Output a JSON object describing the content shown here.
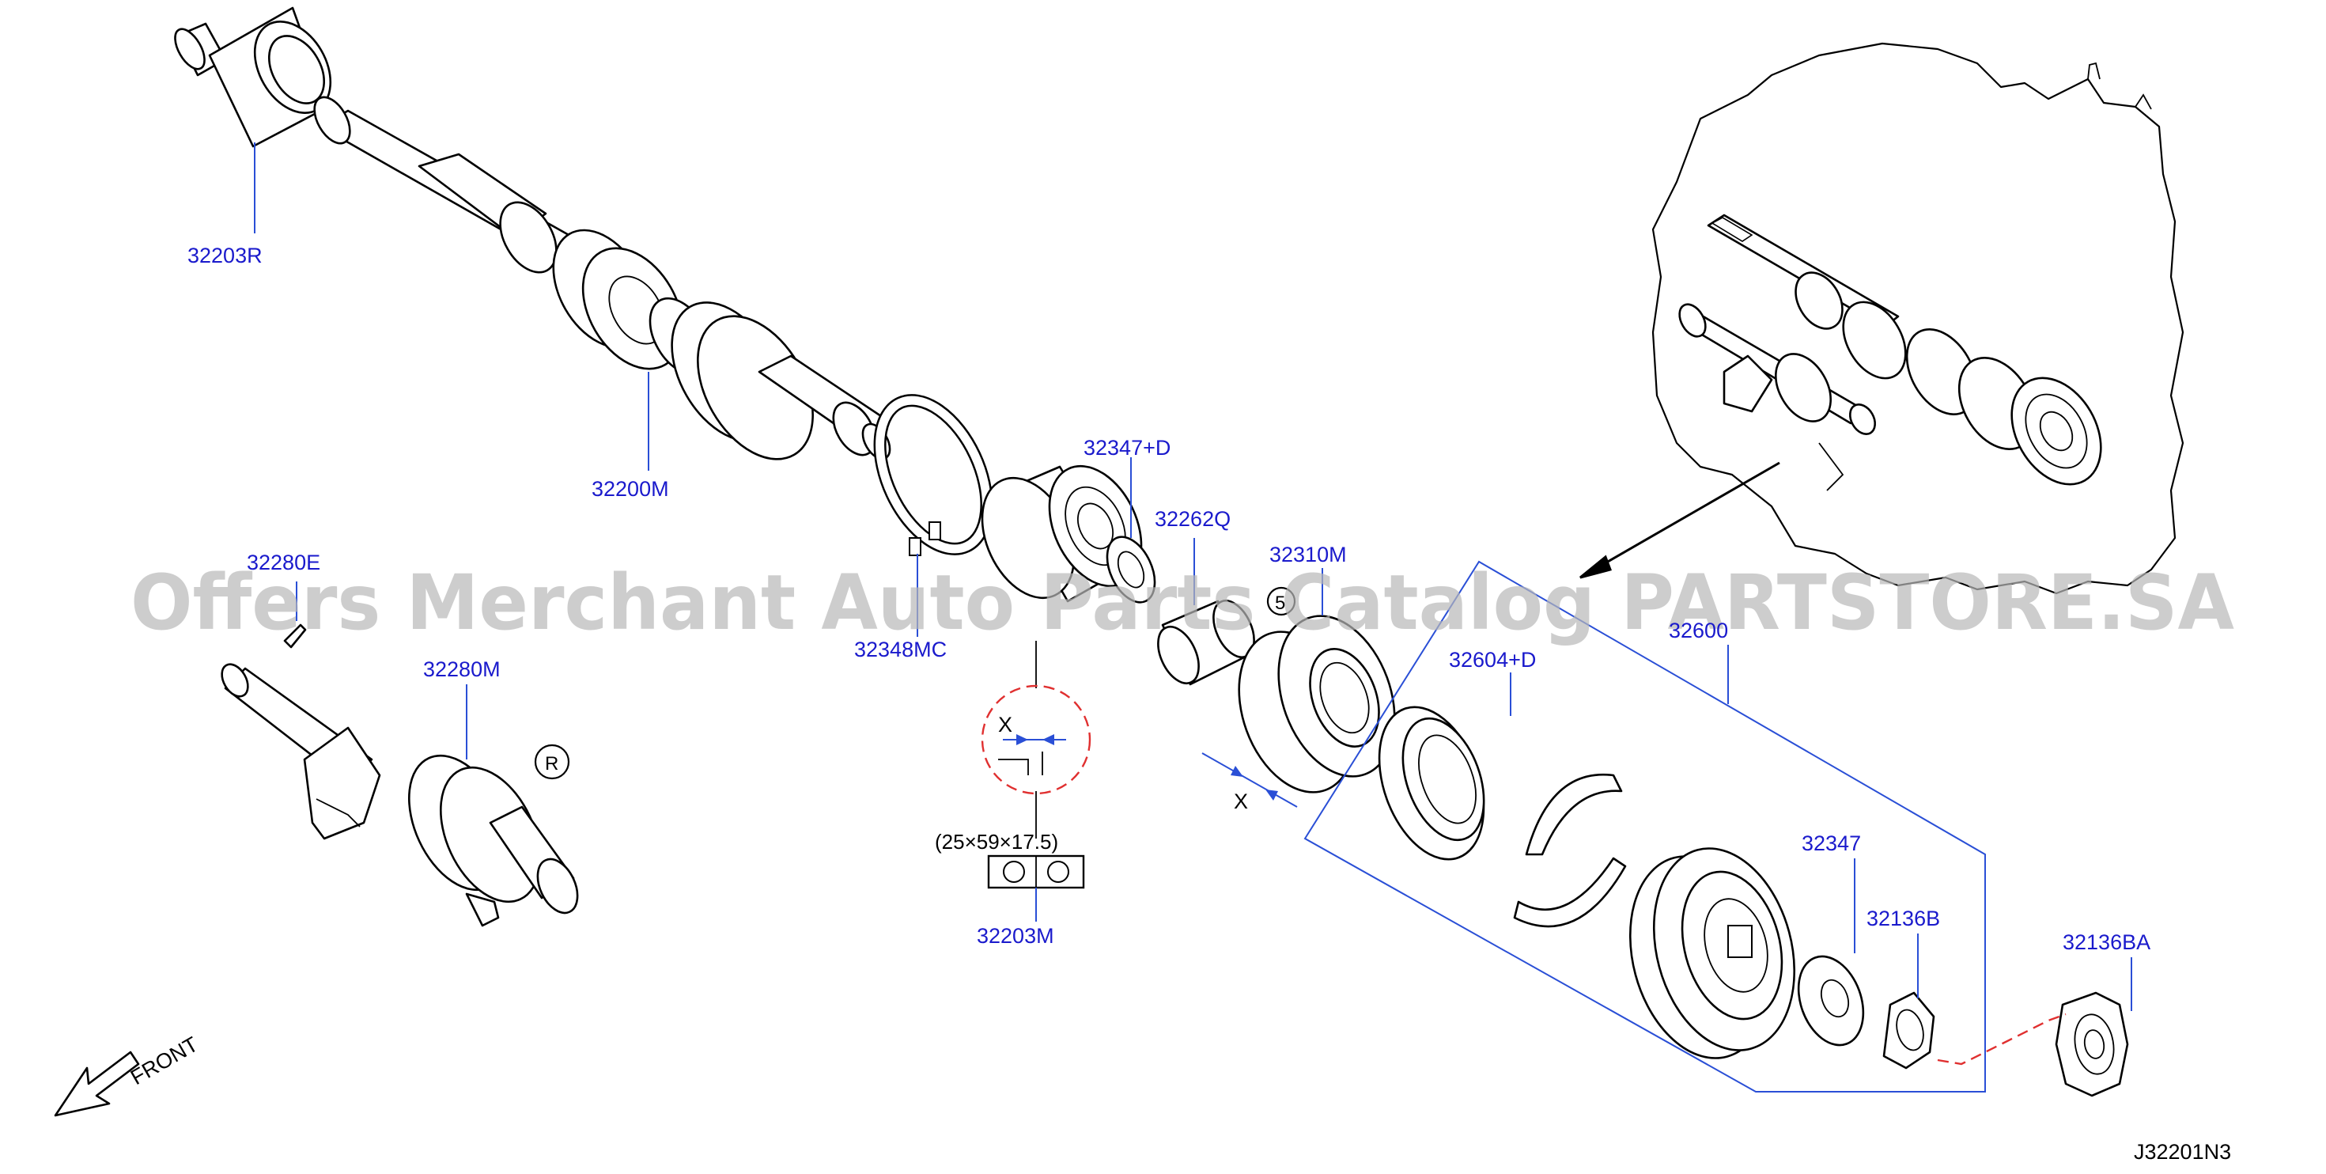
{
  "diagram_code": "J32201N3",
  "watermark": "Offers Merchant Auto Parts Catalog PARTSTORE.SA",
  "front_label": "FRONT",
  "reverse_marker": "R",
  "gear_marker": "5",
  "callouts": {
    "p32203R": "32203R",
    "p32200M": "32200M",
    "p32280E": "32280E",
    "p32280M": "32280M",
    "p32348MC": "32348MC",
    "p32347D": "32347+D",
    "p32262Q": "32262Q",
    "p32310M": "32310M",
    "p32604D": "32604+D",
    "p32600": "32600",
    "p32347": "32347",
    "p32136B": "32136B",
    "p32136BA": "32136BA",
    "p32203M": "32203M"
  },
  "bearing_dimensions": "(25×59×17.5)",
  "clearance_label": "X",
  "colors": {
    "callout": "#1a1acc",
    "leader": "#2a4fd6",
    "detail_circle": "#e03030",
    "watermark": "#b8b8b8"
  }
}
